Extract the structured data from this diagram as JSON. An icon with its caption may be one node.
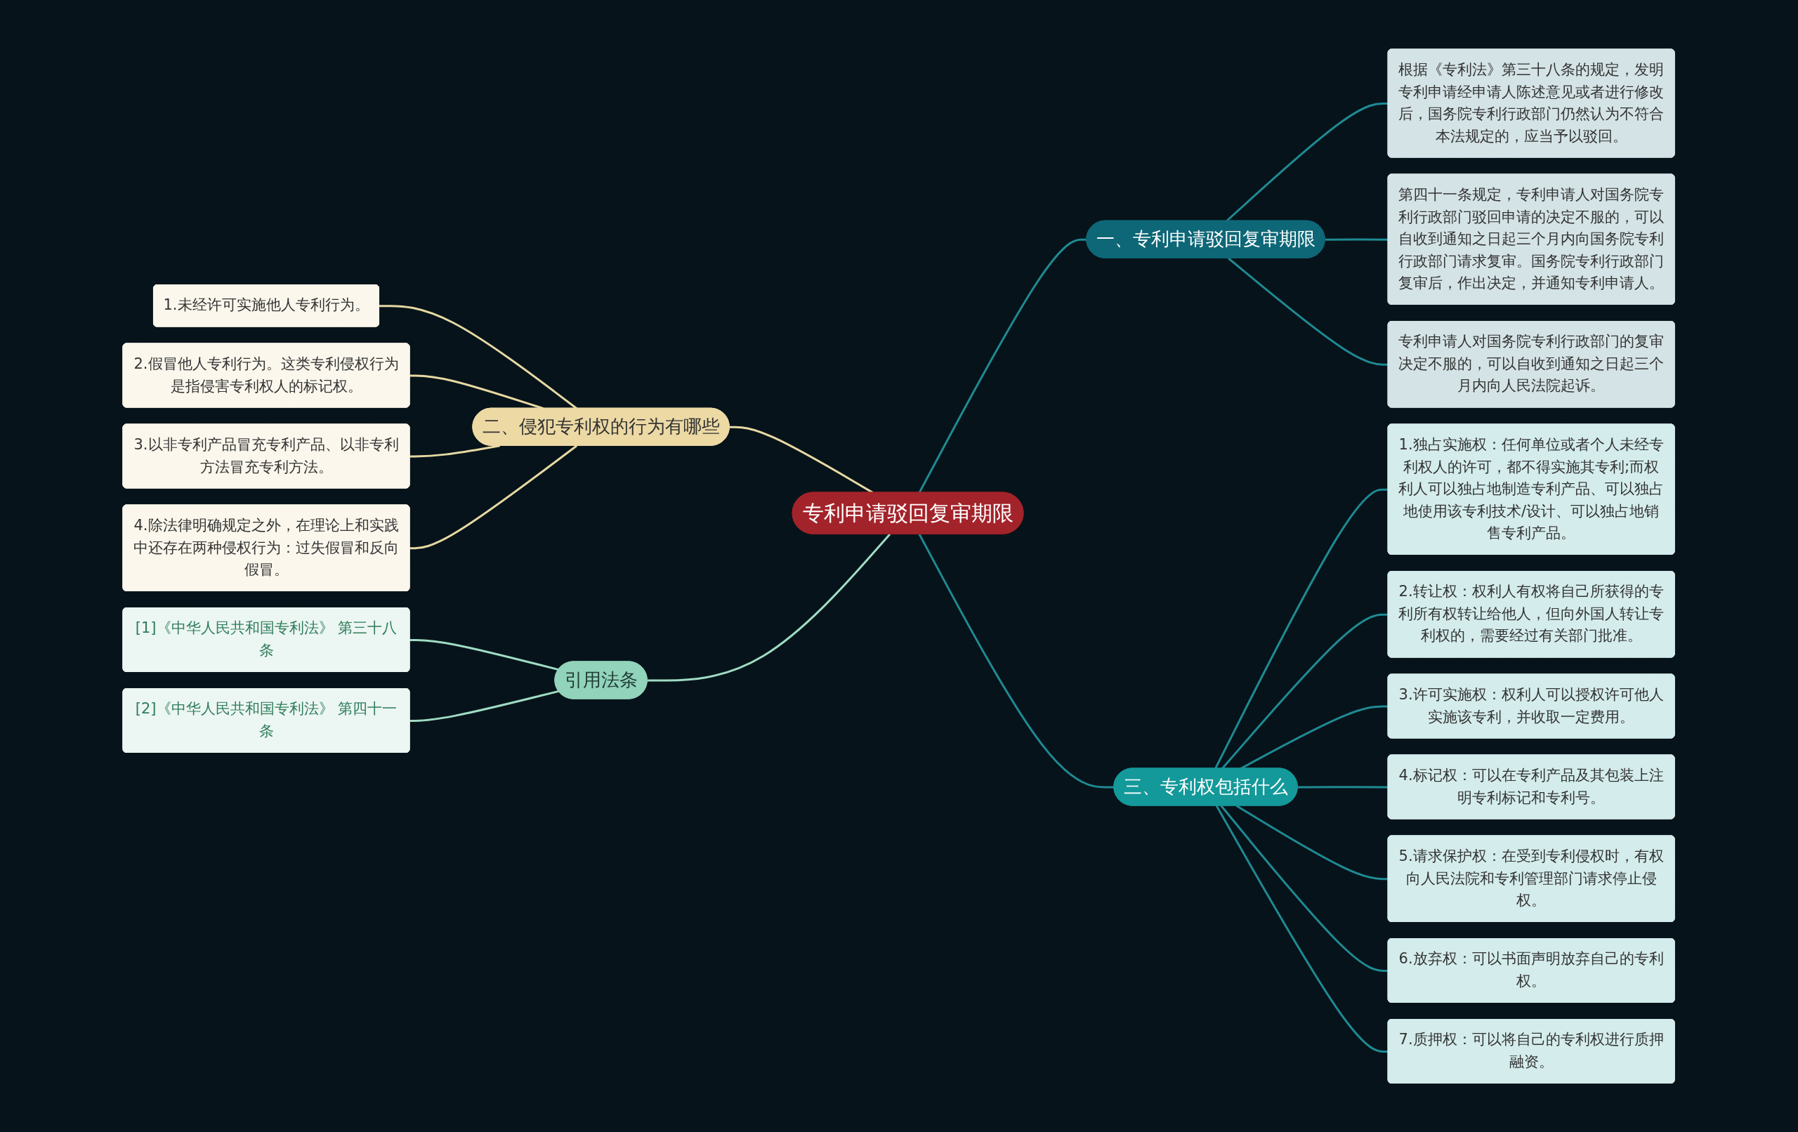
{
  "diagram": {
    "nodes": [
      {
        "text": [
          "专利申请驳回复审期限"
        ]
      },
      {
        "text": [
          "一、专利申请驳回复审期限"
        ]
      },
      {
        "text": [
          "根据《专利法》第三十八条的规定，发明专利申请经申请人陈述意见或者进行修改后，国务院专利行政部门仍然认为不符合本法规定的，应当予以驳回。"
        ]
      },
      {
        "text": [
          "第四十一条规定，专利申请人对国务院专利行政部门驳回申请的决定不服的，可以自收到通知之日起三个月内向国务院专利行政部门请求复审。国务院专利行政部门复审后，作出决定，并通知专利申请人。"
        ]
      },
      {
        "text": [
          "专利申请人对国务院专利行政部门的复审决定不服的，可以自收到通知之日起三个月内向人民法院起诉。"
        ]
      },
      {
        "text": [
          "二、侵犯专利权的行为有哪些"
        ]
      },
      {
        "text": [
          "1.未经许可实施他人专利行为。"
        ]
      },
      {
        "text": [
          "2.假冒他人专利行为。这类专利侵权行为是指侵害专利权人的标记权。"
        ]
      },
      {
        "text": [
          "3.以非专利产品冒充专利产品、以非专利方法冒充专利方法。"
        ]
      },
      {
        "text": [
          "4.除法律明确规定之外，在理论上和实践中还存在两种侵权行为：过失假冒和反向假冒。"
        ]
      },
      {
        "text": [
          "引用法条"
        ]
      },
      {
        "text": [
          "[1]《中华人民共和国专利法》 第三十八条"
        ]
      },
      {
        "text": [
          "[2]《中华人民共和国专利法》 第四十一条"
        ]
      },
      {
        "text": [
          "三、专利权包括什么"
        ]
      },
      {
        "text": [
          "1.独占实施权：任何单位或者个人未经专利权人的许可，都不得实施其专利;而权利人可以独占地制造专利产品、可以独占地使用该专利技术/设计、可以独占地销售专利产品。"
        ]
      },
      {
        "text": [
          "2.转让权：权利人有权将自己所获得的专利所有权转让给他人，但向外国人转让专利权的，需要经过有关部门批准。"
        ]
      },
      {
        "text": [
          "3.许可实施权：权利人可以授权许可他人实施该专利，并收取一定费用。"
        ]
      },
      {
        "text": [
          "4.标记权：可以在专利产品及其包装上注明专利标记和专利号。"
        ]
      },
      {
        "text": [
          "5.请求保护权：在受到专利侵权时，有权向人民法院和专利管理部门请求停止侵权。"
        ]
      },
      {
        "text": [
          "6.放弃权：可以书面声明放弃自己的专利权。"
        ]
      },
      {
        "text": [
          "7.质押权：可以将自己的专利权进行质押融资。"
        ]
      }
    ],
    "edges": [
      {
        "from": 0,
        "to": 1,
        "arrow": "none"
      },
      {
        "from": 1,
        "to": 2,
        "arrow": "none"
      },
      {
        "from": 1,
        "to": 3,
        "arrow": "none"
      },
      {
        "from": 1,
        "to": 4,
        "arrow": "none"
      },
      {
        "from": 5,
        "to": 0,
        "arrow": "none",
        "color": "#e6d9a2"
      },
      {
        "from": 6,
        "to": 5,
        "arrow": "none",
        "color": "#e6d9a2"
      },
      {
        "from": 7,
        "to": 5,
        "arrow": "none",
        "color": "#e6d9a2"
      },
      {
        "from": 8,
        "to": 5,
        "arrow": "none",
        "color": "#e6d9a2"
      },
      {
        "from": 9,
        "to": 5,
        "arrow": "none",
        "color": "#e6d9a2"
      },
      {
        "from": 10,
        "to": 0,
        "arrow": "none",
        "color": "#9fdcc4"
      },
      {
        "from": 11,
        "to": 10,
        "arrow": "none",
        "color": "#9fdcc4"
      },
      {
        "from": 12,
        "to": 10,
        "arrow": "none",
        "color": "#9fdcc4"
      },
      {
        "from": 0,
        "to": 13,
        "arrow": "none"
      },
      {
        "from": 13,
        "to": 14,
        "arrow": "none"
      },
      {
        "from": 13,
        "to": 15,
        "arrow": "none"
      },
      {
        "from": 13,
        "to": 16,
        "arrow": "none"
      },
      {
        "from": 13,
        "to": 17,
        "arrow": "none"
      },
      {
        "from": 13,
        "to": 18,
        "arrow": "none"
      },
      {
        "from": 13,
        "to": 19,
        "arrow": "none"
      },
      {
        "from": 13,
        "to": 20,
        "arrow": "none"
      }
    ]
  }
}
